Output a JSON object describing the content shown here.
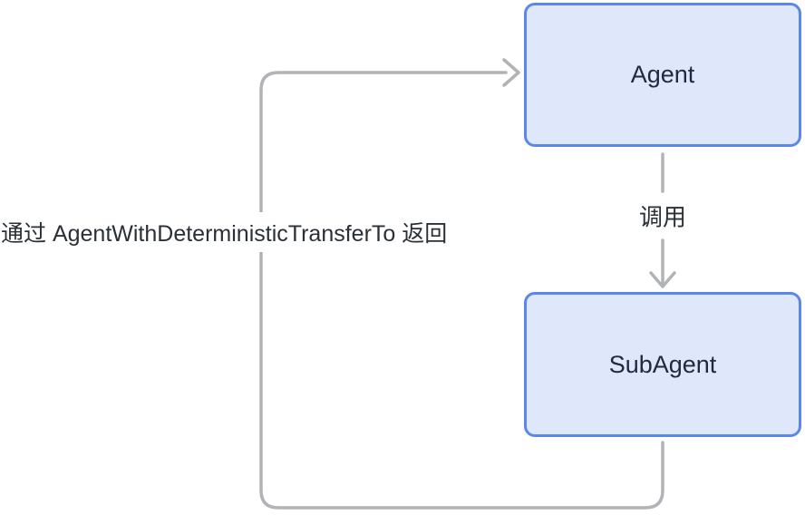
{
  "diagram": {
    "nodes": [
      {
        "id": "agent",
        "label": "Agent"
      },
      {
        "id": "subagent",
        "label": "SubAgent"
      }
    ],
    "edges": [
      {
        "from": "agent",
        "to": "subagent",
        "label": "调用"
      },
      {
        "from": "subagent",
        "to": "agent",
        "label": "通过 AgentWithDeterministicTransferTo 返回"
      }
    ],
    "colors": {
      "node_fill": "#dfe7fb",
      "node_border": "#5b86ee",
      "node_text": "#1f2940",
      "edge": "#b1b3b6",
      "edge_label_text": "#2b3036",
      "background": "#ffffff"
    }
  }
}
